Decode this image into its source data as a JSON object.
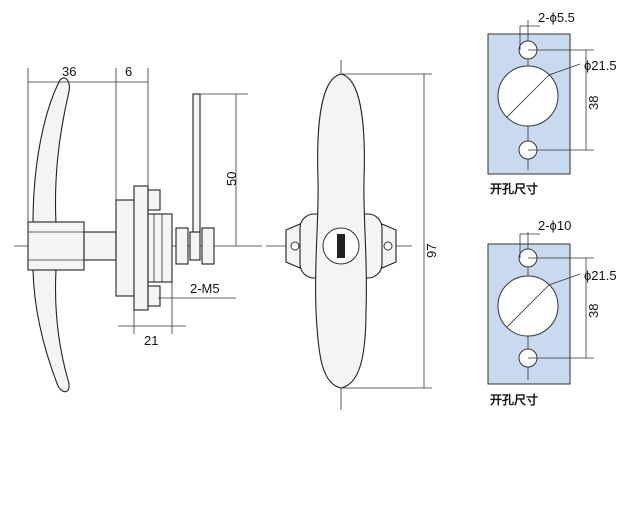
{
  "side_view": {
    "dim_handle_depth": "36",
    "dim_flange": "6",
    "dim_cam_length": "50",
    "dim_body": "21",
    "screw_label": "2-M5"
  },
  "front_view": {
    "dim_height": "97"
  },
  "cutout_a": {
    "small_holes": "2-ϕ5.5",
    "large_hole": "ϕ21.5",
    "spacing": "38",
    "caption": "开孔尺寸"
  },
  "cutout_b": {
    "small_holes": "2-ϕ10",
    "large_hole": "ϕ21.5",
    "spacing": "38",
    "caption": "开孔尺寸"
  }
}
